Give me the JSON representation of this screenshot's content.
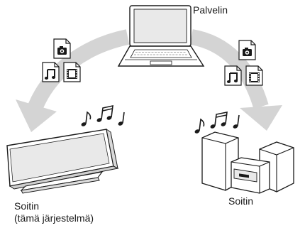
{
  "labels": {
    "server": "Palvelin",
    "player_left": "Soitin",
    "player_left_sub": "(tämä järjestelmä)",
    "player_right": "Soitin"
  },
  "nodes": [
    {
      "id": "server",
      "icon": "laptop-icon"
    },
    {
      "id": "player-left",
      "icon": "flat-speaker-icon"
    },
    {
      "id": "player-right",
      "icon": "mini-stereo-system-icon"
    }
  ],
  "edges": [
    {
      "from": "server",
      "to": "player-left",
      "media": [
        "photo-file-icon",
        "music-file-icon",
        "video-file-icon"
      ]
    },
    {
      "from": "server",
      "to": "player-right",
      "media": [
        "photo-file-icon",
        "music-file-icon",
        "video-file-icon"
      ]
    }
  ],
  "colors": {
    "arrow": "#d4d4d4",
    "outline": "#1a1a1a",
    "fill": "#ffffff",
    "panel": "#e9e9e9"
  }
}
